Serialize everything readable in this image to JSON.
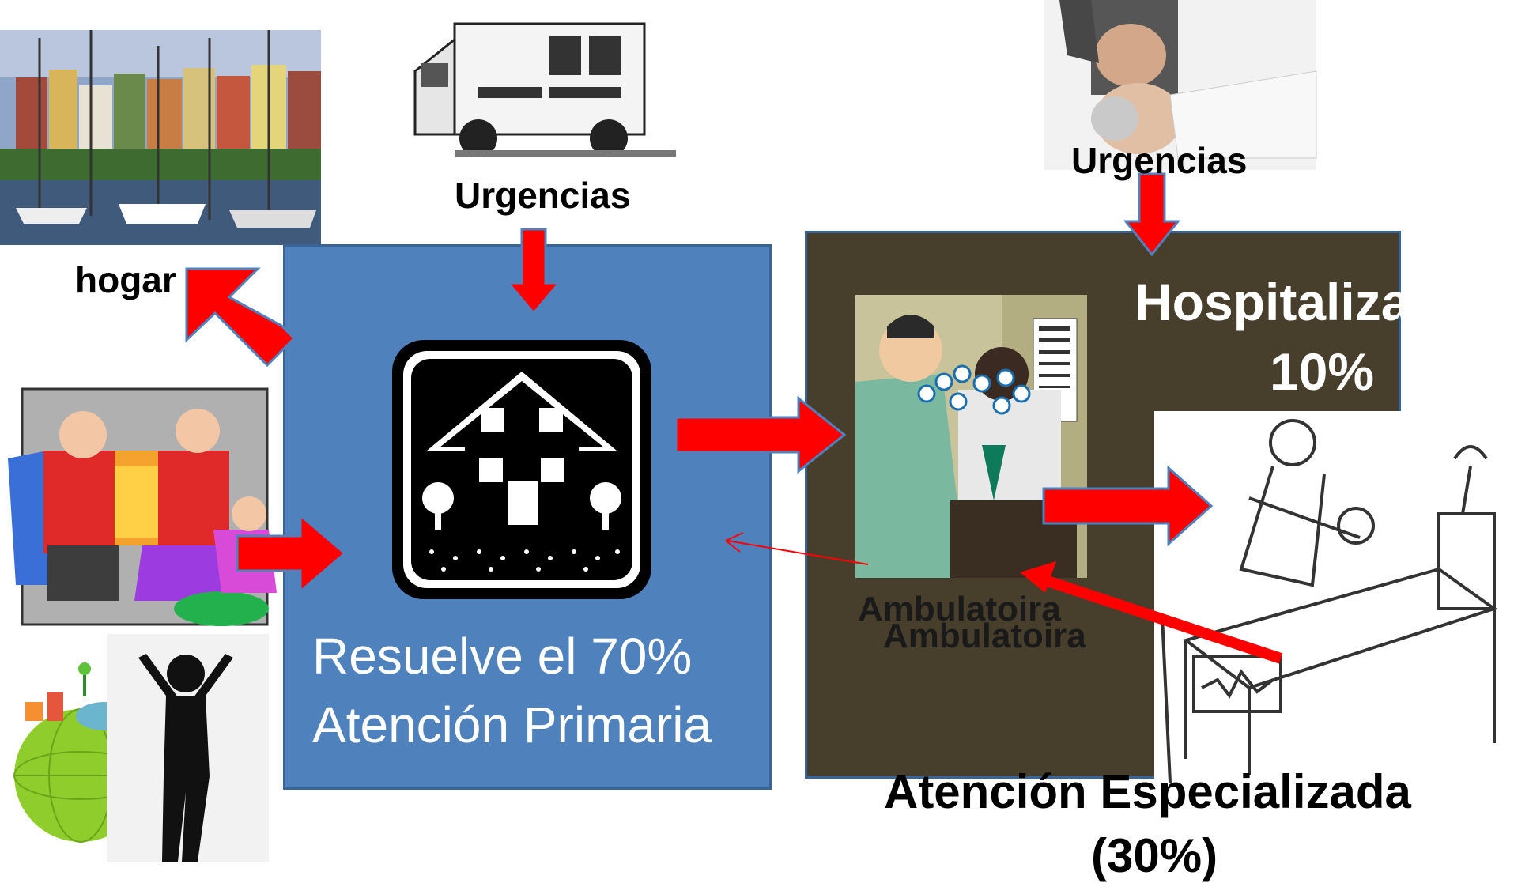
{
  "labels": {
    "urgencias_left": "Urgencias",
    "urgencias_right": "Urgencias",
    "hogar": "hogar",
    "hospitaliza": "Hospitaliza",
    "hospital_percent": "10%",
    "ambulatoira_1": "Ambulatoira",
    "ambulatoira_2": "Ambulatoira",
    "resuelve": "Resuelve el 70%",
    "atencion_primaria": "Atención Primaria",
    "atencion_especializada": "Atención Especializada",
    "especial_percent": "(30%)"
  },
  "icons": {
    "harbor": "harbor-photo-icon",
    "ambulance": "ambulance-icon",
    "cpr": "cpr-rescuer-icon",
    "family": "family-fireplace-icon",
    "house": "house-icon",
    "eye_doctor": "eye-doctor-icon",
    "hospital_bed": "hospital-bed-icon",
    "globe": "eco-globe-icon",
    "silhouette": "person-silhouette-icon"
  },
  "colors": {
    "primary_box": "#4f81bd",
    "special_box": "#473f2c",
    "arrow": "#ff0000"
  }
}
